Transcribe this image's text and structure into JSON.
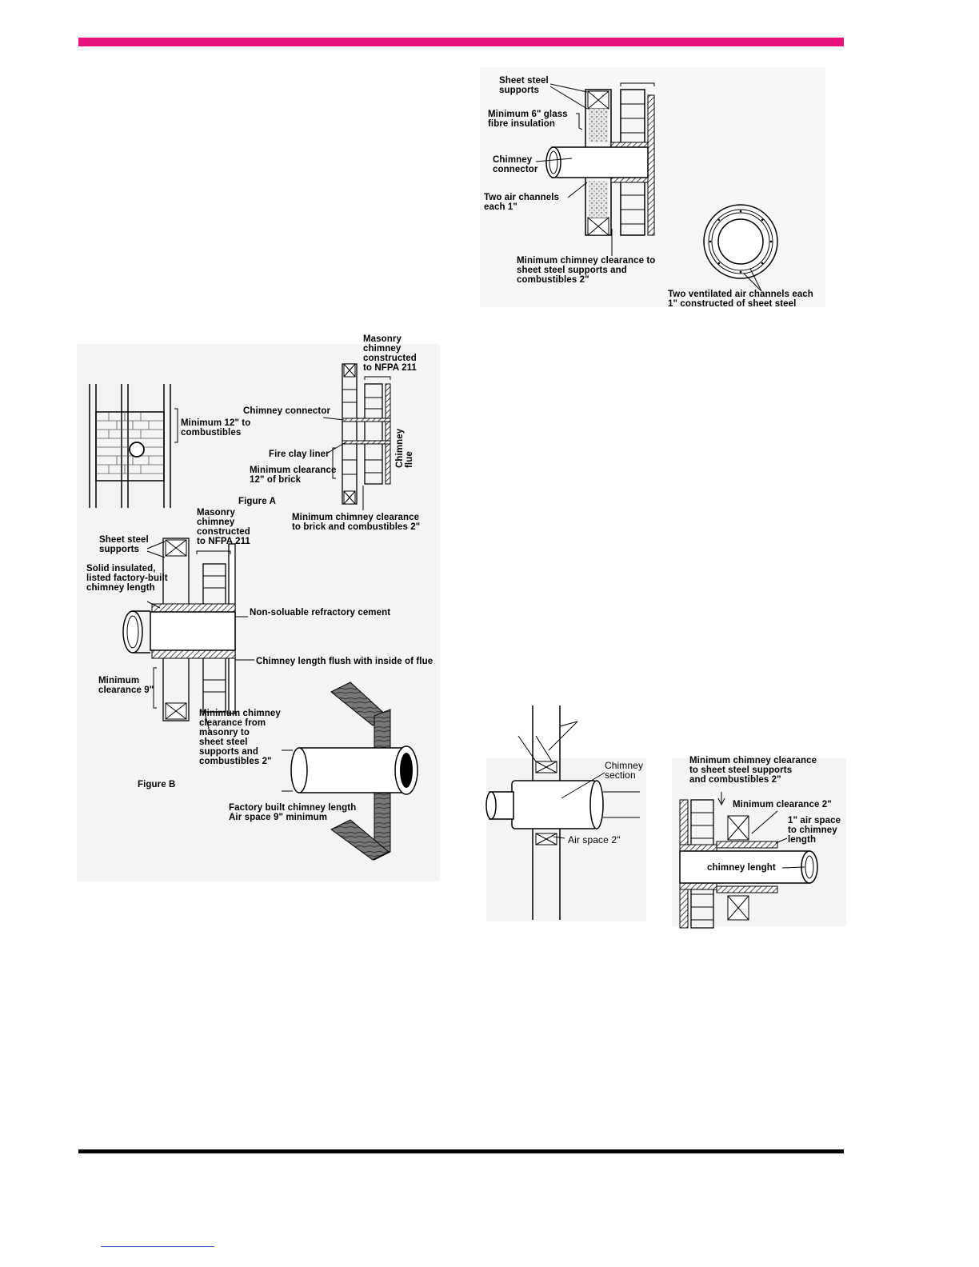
{
  "colors": {
    "accent_bar": "#e8127c",
    "rule": "#000000",
    "link": "#3355cc"
  },
  "top_right": {
    "sheet_steel": "Sheet steel\nsupports",
    "glass_fibre": "Minimum 6\" glass\nfibre insulation",
    "connector": "Chimney\nconnector",
    "air_channels": "Two air channels\neach 1\"",
    "clearance": "Minimum chimney clearance to\nsheet steel supports and\ncombustibles 2\"",
    "ventilated": "Two ventilated air channels each\n1\" constructed of sheet steel"
  },
  "figure_a": {
    "masonry": "Masonry\nchimney\nconstructed\nto NFPA 211",
    "min_12": "Minimum 12\" to\ncombustibles",
    "connector": "Chimney connector",
    "flue": "Chimney flue",
    "liner": "Fire clay liner",
    "brick_clearance": "Minimum clearance\n12\" of brick",
    "caption": "Figure A",
    "chimney_clearance": "Minimum chimney clearance\nto brick and combustibles 2\""
  },
  "figure_b": {
    "masonry": "Masonry\nchimney\nconstructed\nto NFPA 211",
    "sheet_steel": "Sheet steel\nsupports",
    "solid_insulated": "Solid insulated,\nlisted factory-built\nchimney length",
    "cement": "Non-soluable refractory cement",
    "flush": "Chimney length flush with inside of flue",
    "min_9": "Minimum\nclearance 9\"",
    "masonry_clearance": "Minimum chimney\nclearance from\nmasonry to\nsheet steel\nsupports and\ncombustibles 2\"",
    "caption": "Figure B",
    "factory_built": "Factory built chimney length\nAir space 9\" minimum"
  },
  "bottom_right": {
    "section": "Chimney\nsection",
    "air_space": "Air space 2\"",
    "clearance_top": "Minimum chimney clearance\nto sheet steel supports\nand combustibles 2\"",
    "min_2": "Minimum clearance 2\"",
    "air_1": "1\" air space\nto chimney\nlength",
    "chimney_length": "chimney lenght"
  }
}
